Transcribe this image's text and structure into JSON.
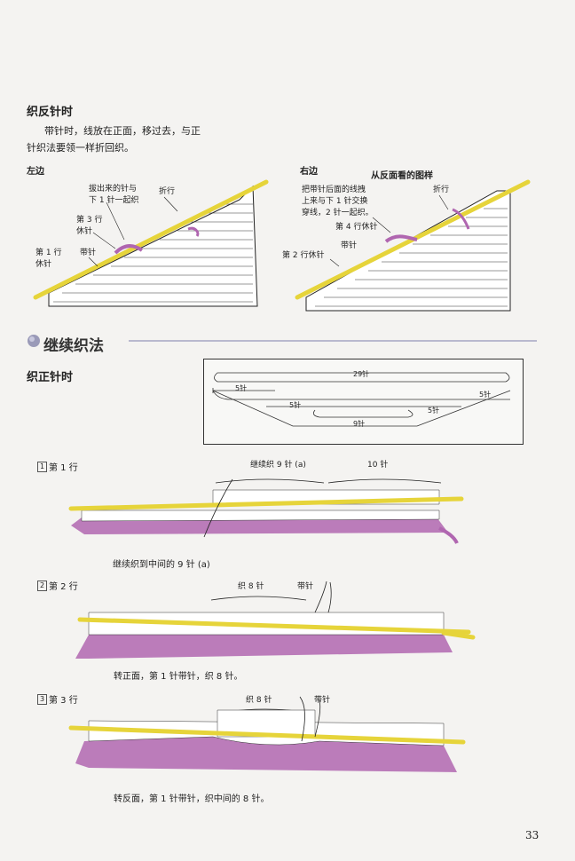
{
  "purl_section": {
    "heading": "织反针时",
    "para_line1": "带针时，线放在正面，移过去，与正",
    "para_line2": "针织法要领一样折回织。"
  },
  "left_diagram": {
    "title": "左边",
    "label_pull": "拔出来的针与",
    "label_pull2": "下 1 针一起织",
    "label_turn": "折行",
    "label_row3": "第 3 行",
    "label_row3b": "休针",
    "label_row1": "第 1 行",
    "label_row1b": "休针",
    "label_slip": "带针"
  },
  "right_diagram": {
    "title": "右边",
    "subtitle": "从反面看的图样",
    "label_a": "把带针后面的线拽",
    "label_b": "上来与下 1 针交换",
    "label_c": "穿线，2 针一起织。",
    "label_turn": "折行",
    "label_row4": "第 4 行休针",
    "label_slip": "带针",
    "label_row2": "第 2 行休针"
  },
  "continue_section": {
    "title": "继续织法",
    "subheading": "织正针时"
  },
  "schema": {
    "top": "29针",
    "left": "5针",
    "right": "5针",
    "mid1": "5针",
    "mid2": "5针",
    "bottom": "9针"
  },
  "rows": [
    {
      "num": "1",
      "label": "第 1 行",
      "note1": "继续织 9 针 (a)",
      "note2": "10 针",
      "caption": "继续织到中间的 9 针 (a)"
    },
    {
      "num": "2",
      "label": "第 2 行",
      "note1": "织 8 针",
      "note2": "带针",
      "caption": "转正面，第 1 针带针，织 8 针。"
    },
    {
      "num": "3",
      "label": "第 3 行",
      "note1": "织 8 针",
      "note2": "带针",
      "caption": "转反面，第 1 针带针，织中间的 8 针。"
    }
  ],
  "page_number": "33",
  "colors": {
    "needle": "#e6d43a",
    "yarn": "#b066b0",
    "ink": "#222222",
    "rule": "#b9b9cf"
  }
}
